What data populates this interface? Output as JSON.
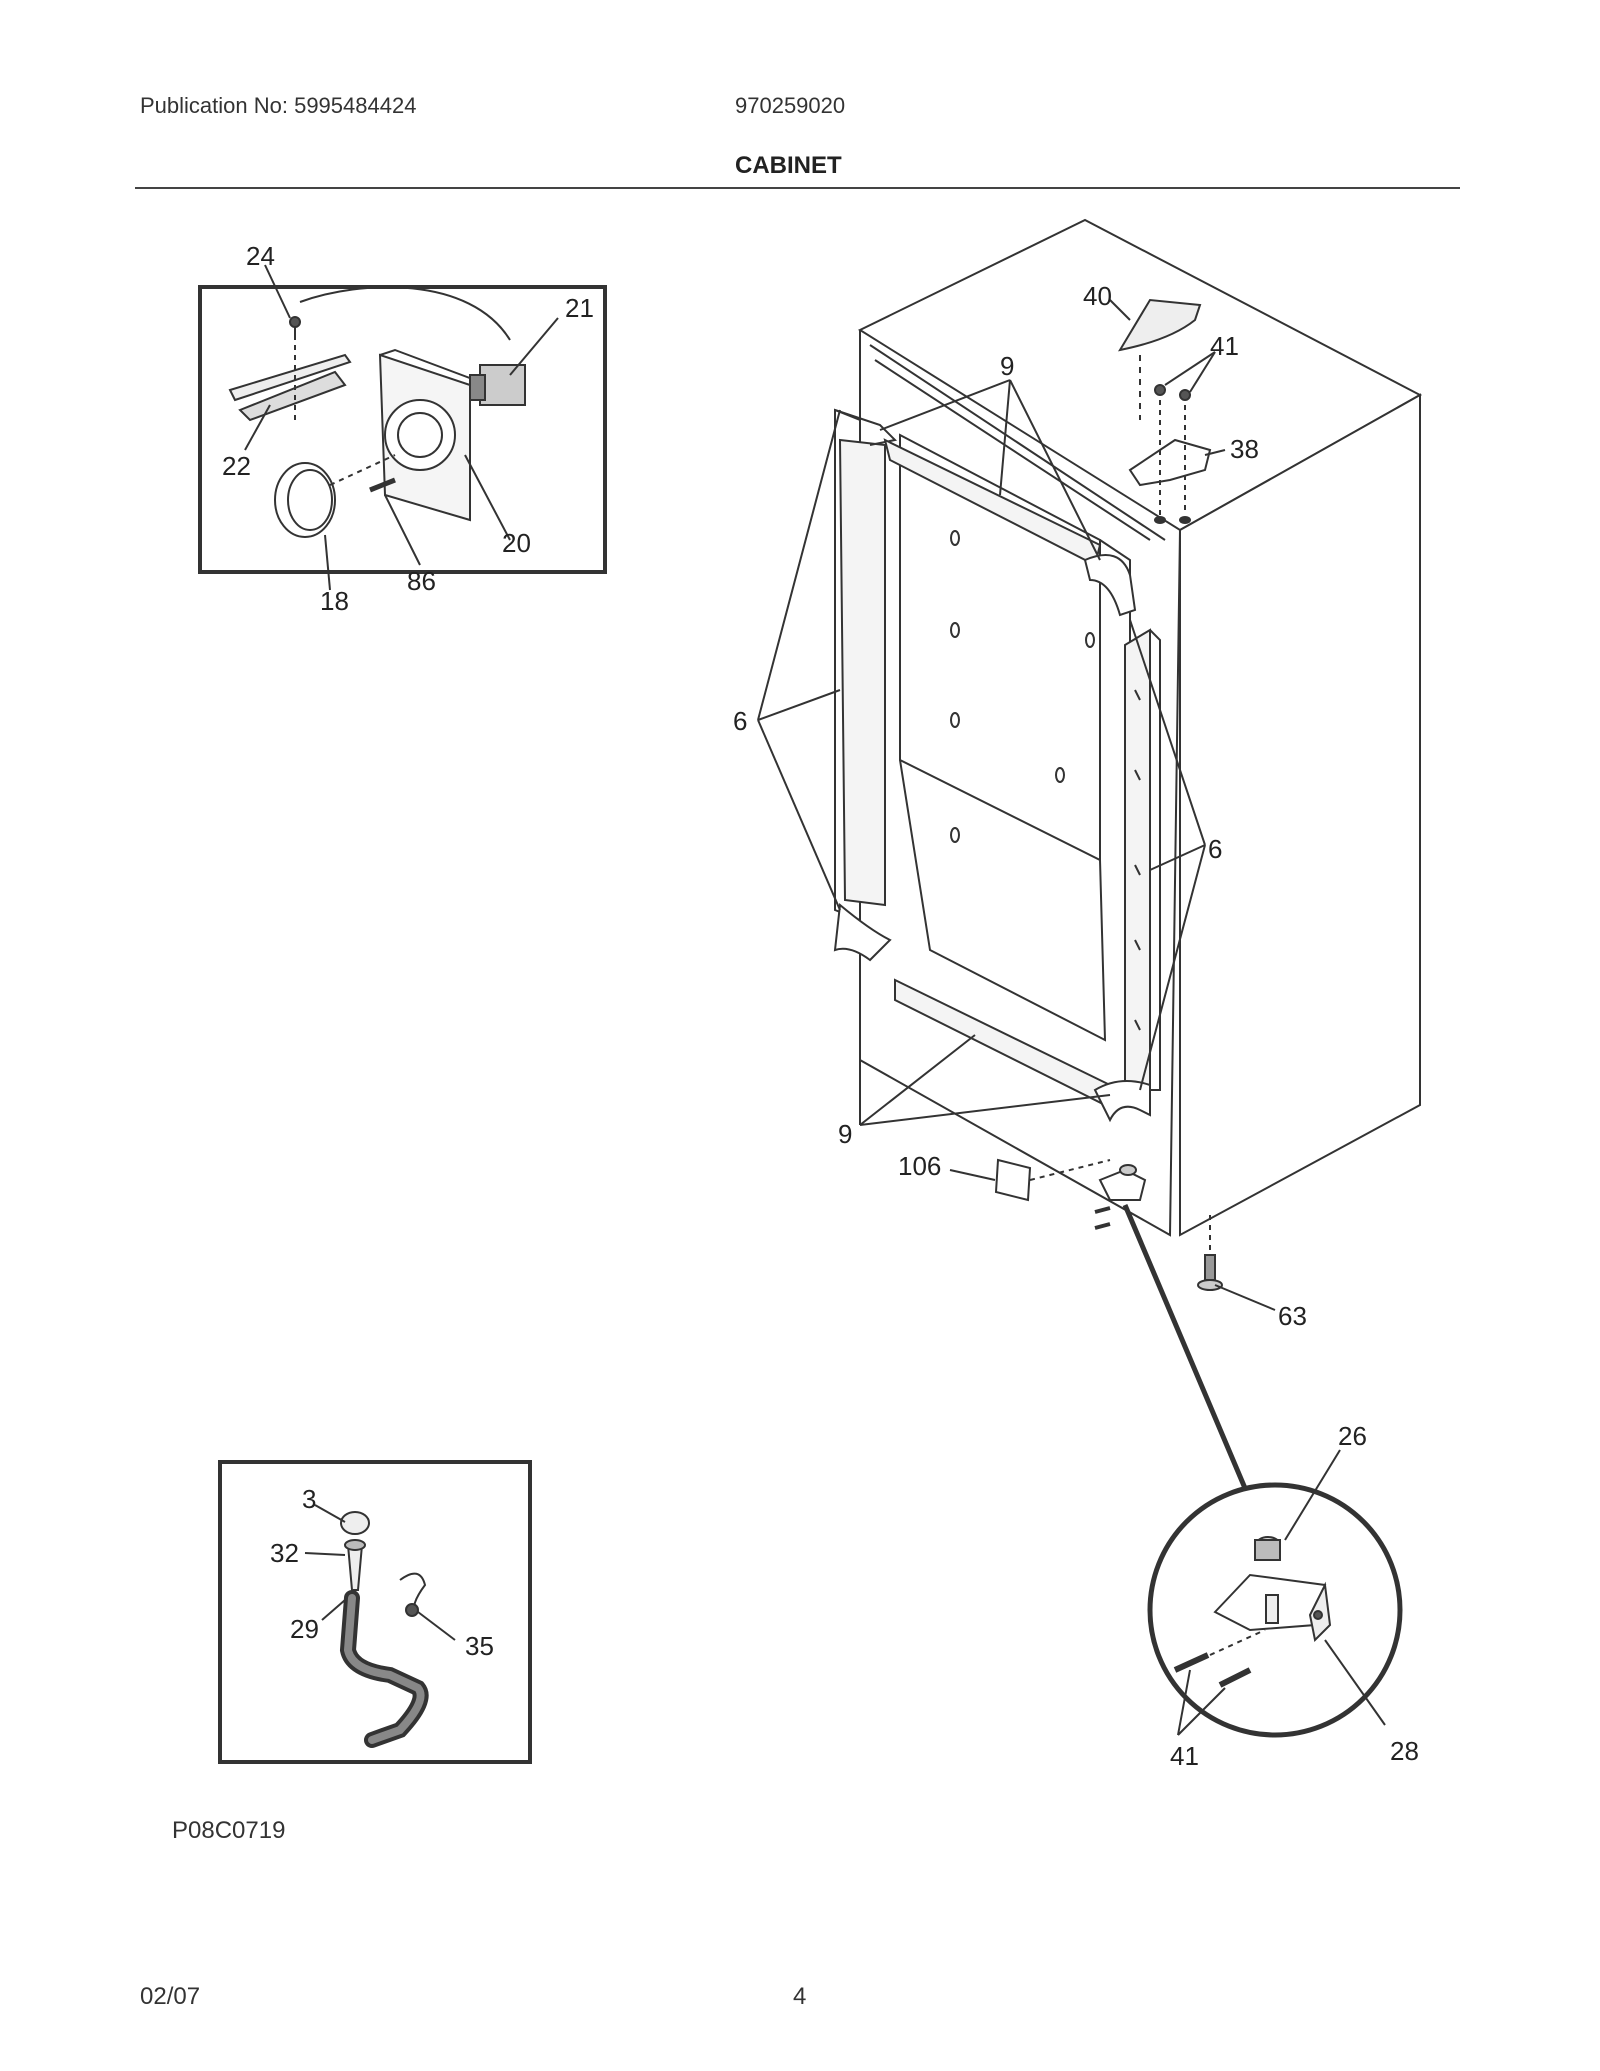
{
  "header": {
    "publication": "Publication No: 5995484424",
    "model": "970259020",
    "section_title": "CABINET"
  },
  "footer": {
    "code": "P08C0719",
    "date": "02/07",
    "page": "4"
  },
  "callouts": {
    "c24": "24",
    "c21": "21",
    "c22": "22",
    "c20": "20",
    "c18": "18",
    "c86": "86",
    "c40": "40",
    "c41_top": "41",
    "c9_top": "9",
    "c38": "38",
    "c6_left": "6",
    "c6_right": "6",
    "c9_bottom": "9",
    "c106": "106",
    "c63": "63",
    "c3": "3",
    "c32": "32",
    "c29": "29",
    "c35": "35",
    "c26": "26",
    "c41_bottom": "41",
    "c28": "28"
  }
}
